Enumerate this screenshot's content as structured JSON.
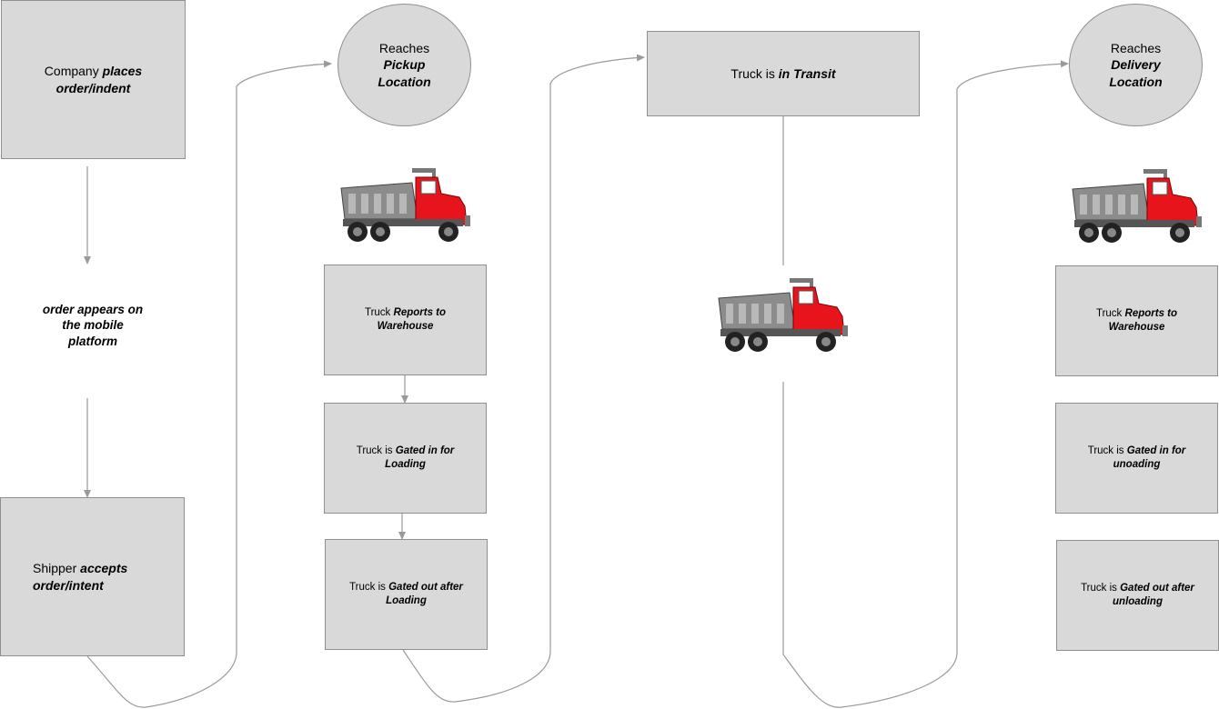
{
  "colors": {
    "node_fill": "#d9d9d9",
    "node_border": "#8f8f8f",
    "connector": "#9a9a9a",
    "truck_cab": "#e8141b",
    "truck_body": "#8c8c8c"
  },
  "nodes": {
    "company": {
      "plain": "Company ",
      "bold": "places order/indent"
    },
    "mobile": {
      "bold": "order appears on the mobile platform"
    },
    "shipper": {
      "plain": "Shipper ",
      "bold": "accepts order/intent"
    },
    "pickup": {
      "plain": "Reaches",
      "bold": "Pickup Location"
    },
    "reports1": {
      "plain": "Truck ",
      "bold": "Reports to Warehouse"
    },
    "gatein1": {
      "plain": "Truck is ",
      "bold": "Gated in for Loading"
    },
    "gateout1": {
      "plain": "Truck is ",
      "bold": "Gated out after Loading"
    },
    "transit": {
      "plain": "Truck is ",
      "bold": "in Transit"
    },
    "delivery": {
      "plain": "Reaches",
      "bold": "Delivery Location"
    },
    "reports2": {
      "plain": "Truck ",
      "bold": "Reports to Warehouse"
    },
    "gatein2": {
      "plain": "Truck is ",
      "bold": "Gated in for unoading"
    },
    "gateout2": {
      "plain": "Truck is ",
      "bold": "Gated out after unloading"
    }
  },
  "icons": [
    "dump-truck-icon",
    "arrow-head-icon"
  ]
}
